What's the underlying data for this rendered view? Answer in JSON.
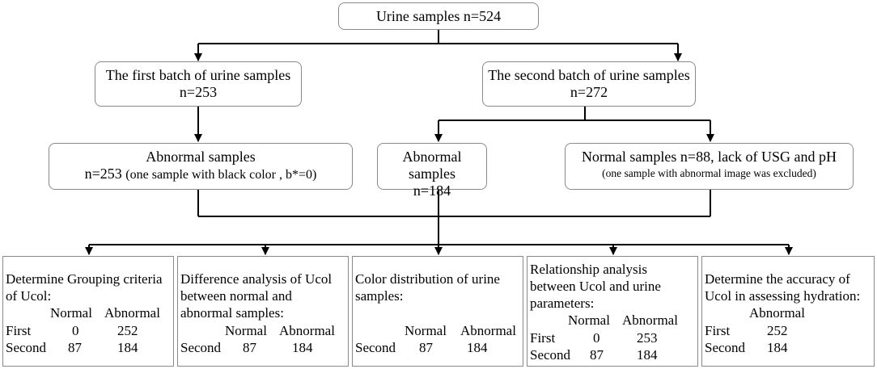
{
  "root": {
    "label": "Urine samples n=524"
  },
  "batch1": {
    "title": "The first batch of urine samples",
    "n": "n=253"
  },
  "batch2": {
    "title": "The second batch of urine samples",
    "n": "n=272"
  },
  "abnormal1": {
    "title": "Abnormal samples",
    "n": "n=253",
    "note": "(one sample with black color , b*=0)"
  },
  "abnormal2": {
    "title": "Abnormal samples",
    "n": "n=184"
  },
  "normal2": {
    "title": "Normal samples n=88, lack of USG and pH",
    "note": "(one sample with abnormal image was excluded)"
  },
  "analyses": [
    {
      "title_lines": [
        "Determine Grouping criteria",
        "of Ucol:"
      ],
      "headers": [
        "Normal",
        "Abnormal"
      ],
      "rows": [
        {
          "label": "First",
          "normal": "0",
          "abnormal": "252"
        },
        {
          "label": "Second",
          "normal": "87",
          "abnormal": "184"
        }
      ]
    },
    {
      "title_lines": [
        "Difference analysis of Ucol",
        "between normal and",
        "abnormal samples:"
      ],
      "headers": [
        "Normal",
        "Abnormal"
      ],
      "rows": [
        {
          "label": "Second",
          "normal": "87",
          "abnormal": "184"
        }
      ]
    },
    {
      "title_lines": [
        "Color distribution of urine",
        "samples:"
      ],
      "headers": [
        "Normal",
        "Abnormal"
      ],
      "rows": [
        {
          "label": "Second",
          "normal": "87",
          "abnormal": "184"
        }
      ]
    },
    {
      "title_lines": [
        "Relationship analysis",
        "between Ucol and urine",
        "parameters:"
      ],
      "headers": [
        "Normal",
        "Abnormal"
      ],
      "rows": [
        {
          "label": "First",
          "normal": "0",
          "abnormal": "253"
        },
        {
          "label": "Second",
          "normal": "87",
          "abnormal": "184"
        }
      ]
    },
    {
      "title_lines": [
        "Determine the accuracy of",
        "Ucol in assessing hydration:"
      ],
      "headers": [
        "Abnormal"
      ],
      "rows": [
        {
          "label": "First",
          "abnormal": "252"
        },
        {
          "label": "Second",
          "abnormal": "184"
        }
      ]
    }
  ]
}
